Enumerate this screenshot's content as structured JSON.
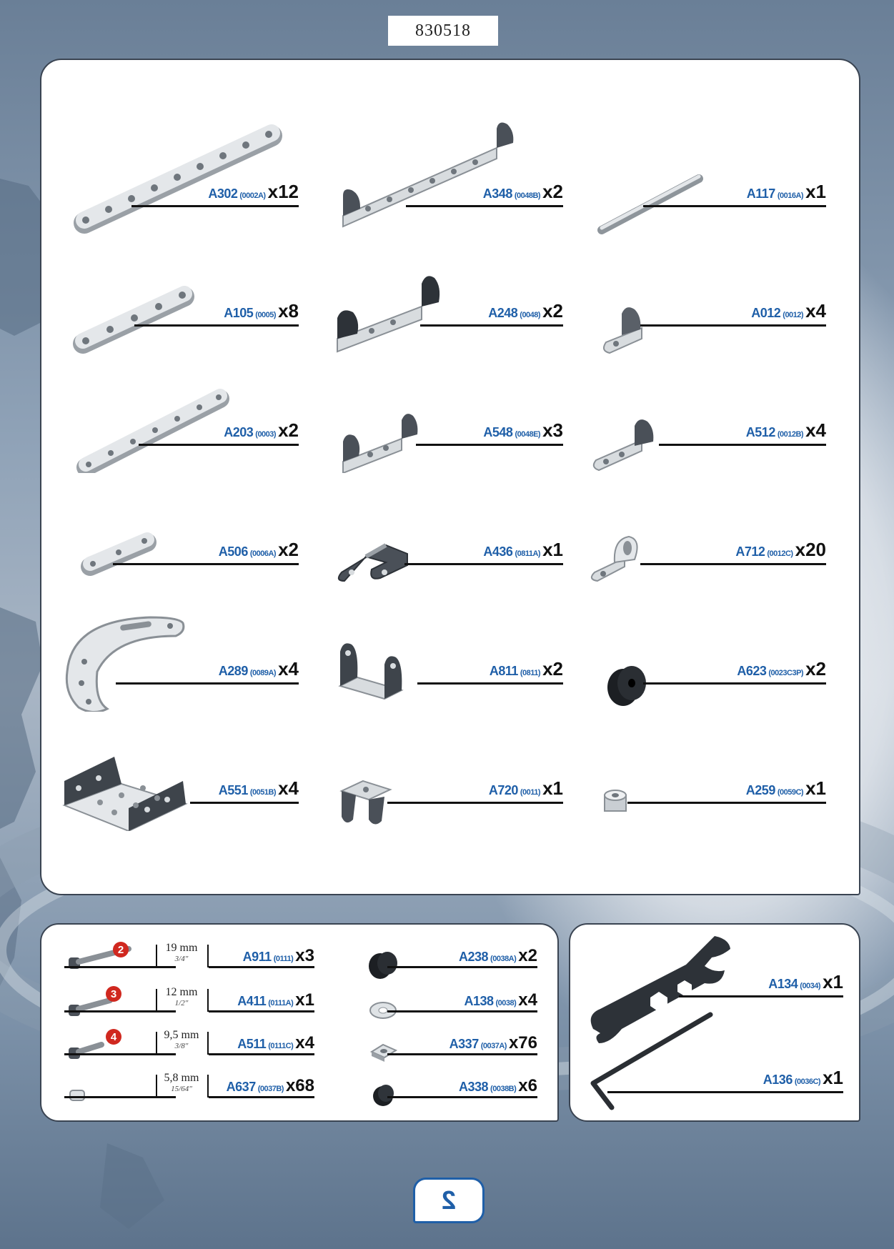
{
  "header": {
    "code": "830518"
  },
  "colors": {
    "label_blue": "#1f5fa8",
    "badge_red": "#d0281f",
    "frame": "#3a4452"
  },
  "parts": [
    {
      "name": "A302",
      "code": "(0002A)",
      "qty": "x12",
      "shape": "strip-long"
    },
    {
      "name": "A348",
      "code": "(0048B)",
      "qty": "x2",
      "shape": "bracket-long"
    },
    {
      "name": "A117",
      "code": "(0016A)",
      "qty": "x1",
      "shape": "axle"
    },
    {
      "name": "A105",
      "code": "(0005)",
      "qty": "x8",
      "shape": "strip-5"
    },
    {
      "name": "A248",
      "code": "(0048)",
      "qty": "x2",
      "shape": "bracket-dark"
    },
    {
      "name": "A012",
      "code": "(0012)",
      "qty": "x4",
      "shape": "angle"
    },
    {
      "name": "A203",
      "code": "(0003)",
      "qty": "x2",
      "shape": "strip-7"
    },
    {
      "name": "A548",
      "code": "(0048E)",
      "qty": "x3",
      "shape": "bracket-short"
    },
    {
      "name": "A512",
      "code": "(0012B)",
      "qty": "x4",
      "shape": "angle-long"
    },
    {
      "name": "A506",
      "code": "(0006A)",
      "qty": "x2",
      "shape": "strip-3"
    },
    {
      "name": "A436",
      "code": "(0811A)",
      "qty": "x1",
      "shape": "clip"
    },
    {
      "name": "A712",
      "code": "(0012C)",
      "qty": "x20",
      "shape": "angle-slot"
    },
    {
      "name": "A289",
      "code": "(0089A)",
      "qty": "x4",
      "shape": "curved-strip"
    },
    {
      "name": "A811",
      "code": "(0811)",
      "qty": "x2",
      "shape": "u-bracket"
    },
    {
      "name": "A623",
      "code": "(0023C3P)",
      "qty": "x2",
      "shape": "pulley"
    },
    {
      "name": "A551",
      "code": "(0051B)",
      "qty": "x4",
      "shape": "plate"
    },
    {
      "name": "A720",
      "code": "(0011)",
      "qty": "x1",
      "shape": "small-bracket"
    },
    {
      "name": "A259",
      "code": "(0059C)",
      "qty": "x1",
      "shape": "collar"
    }
  ],
  "hardware": [
    {
      "badge": "2",
      "mm": "19 mm",
      "inch": "3/4\"",
      "name": "A911",
      "code": "(0111)",
      "qty": "x3"
    },
    {
      "badge": "3",
      "mm": "12 mm",
      "inch": "1/2\"",
      "name": "A411",
      "code": "(0111A)",
      "qty": "x1"
    },
    {
      "badge": "4",
      "mm": "9,5 mm",
      "inch": "3/8\"",
      "name": "A511",
      "code": "(0111C)",
      "qty": "x4"
    },
    {
      "badge": "",
      "mm": "5,8 mm",
      "inch": "15/64\"",
      "name": "A637",
      "code": "(0037B)",
      "qty": "x68"
    }
  ],
  "hardware_right": [
    {
      "name": "A238",
      "code": "(0038A)",
      "qty": "x2"
    },
    {
      "name": "A138",
      "code": "(0038)",
      "qty": "x4"
    },
    {
      "name": "A337",
      "code": "(0037A)",
      "qty": "x76"
    },
    {
      "name": "A338",
      "code": "(0038B)",
      "qty": "x6"
    }
  ],
  "tools": [
    {
      "name": "A134",
      "code": "(0034)",
      "qty": "x1",
      "icon": "wrench-icon"
    },
    {
      "name": "A136",
      "code": "(0036C)",
      "qty": "x1",
      "icon": "hex-key-icon"
    }
  ],
  "page": {
    "number": "2"
  }
}
